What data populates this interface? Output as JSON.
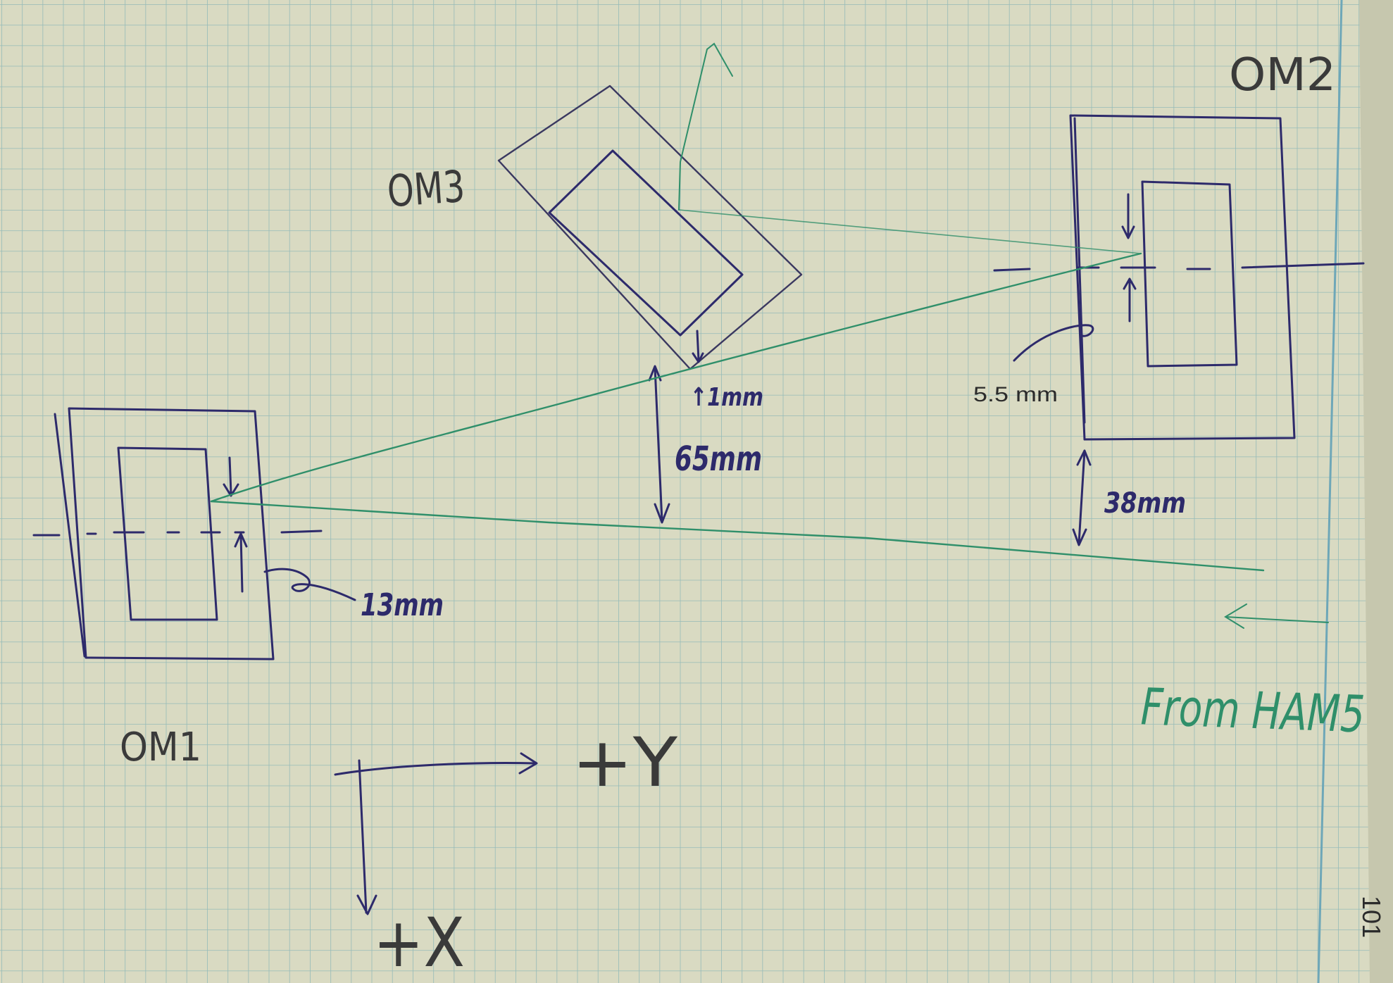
{
  "labels": {
    "om1": "OM1",
    "om2": "OM2",
    "om3": "OM3",
    "d_1mm": "↑1mm",
    "d_65mm": "65mm",
    "d_38mm": "38mm",
    "d_13mm": "13mm",
    "d_5_5mm": "5.5 mm",
    "from_ham5": "From HAM5",
    "axis_y": "+Y",
    "axis_x": "+X",
    "page_number": "101"
  },
  "colors": {
    "paper": "#d9dac2",
    "grid": "#8ab5b6",
    "ink_blue": "#2d2a6b",
    "ink_green": "#2f8f6a"
  }
}
